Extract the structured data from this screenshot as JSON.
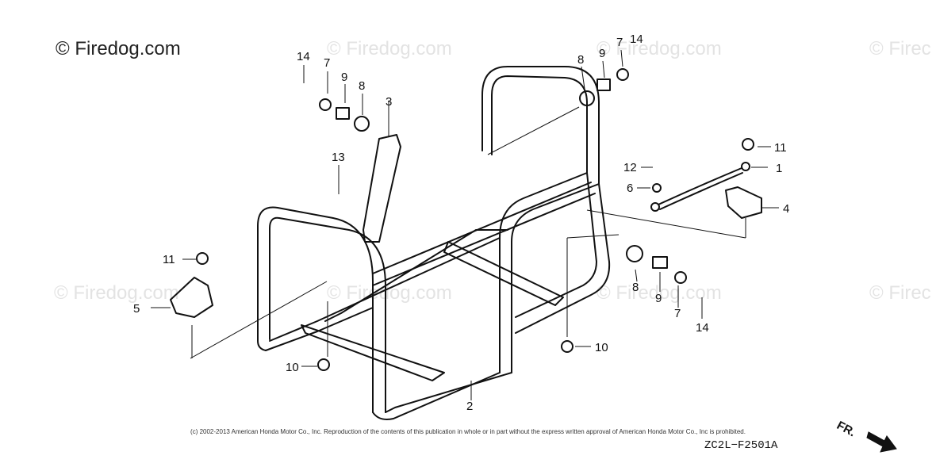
{
  "site": {
    "brand": "© Firedog.com",
    "watermark": "© Firedog.com",
    "watermark_cut": "© Firec"
  },
  "footer": {
    "copyright": "(c) 2002-2013 American Honda Motor Co., Inc. Reproduction of the contents of this publication in whole or in part without the express written approval of American Honda Motor Co., Inc is prohibited.",
    "diagram_code": "ZC2L−F2501A",
    "direction_label": "FR."
  },
  "callouts": {
    "c1": "1",
    "c2": "2",
    "c3": "3",
    "c4": "4",
    "c5": "5",
    "c6": "6",
    "c7a": "7",
    "c7b": "7",
    "c7c": "7",
    "c8a": "8",
    "c8b": "8",
    "c8c": "8",
    "c9a": "9",
    "c9b": "9",
    "c9c": "9",
    "c10a": "10",
    "c10b": "10",
    "c11a": "11",
    "c11b": "11",
    "c12": "12",
    "c13": "13",
    "c14a": "14",
    "c14b": "14",
    "c14c": "14"
  }
}
